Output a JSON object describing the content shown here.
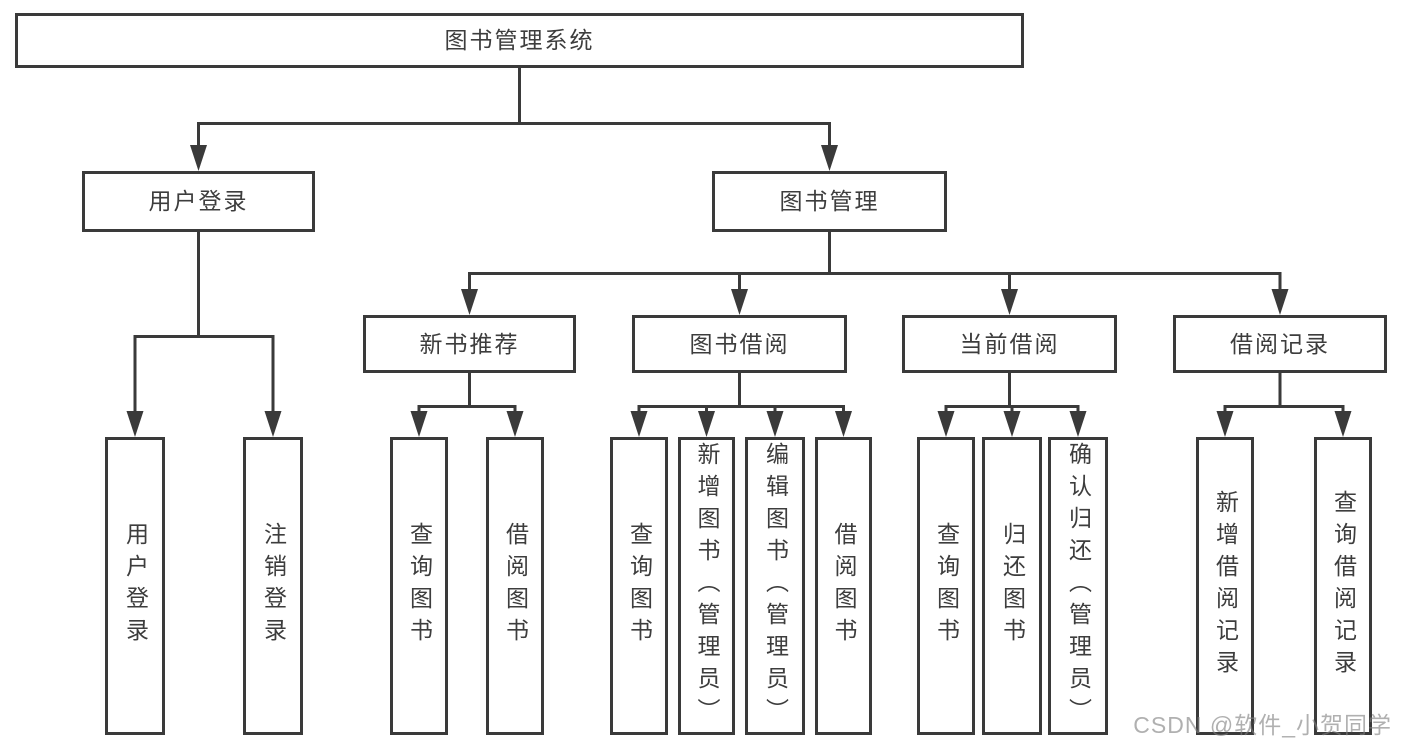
{
  "diagram": {
    "title": "图书管理系统",
    "nodes": [
      {
        "id": "root",
        "label": "图书管理系统",
        "parent": null
      },
      {
        "id": "login",
        "label": "用户登录",
        "parent": "root"
      },
      {
        "id": "mgmt",
        "label": "图书管理",
        "parent": "root"
      },
      {
        "id": "user-login",
        "label": "用户登录",
        "parent": "login"
      },
      {
        "id": "logout",
        "label": "注销登录",
        "parent": "login"
      },
      {
        "id": "new-book",
        "label": "新书推荐",
        "parent": "mgmt"
      },
      {
        "id": "borrow",
        "label": "图书借阅",
        "parent": "mgmt"
      },
      {
        "id": "current",
        "label": "当前借阅",
        "parent": "mgmt"
      },
      {
        "id": "records",
        "label": "借阅记录",
        "parent": "mgmt"
      },
      {
        "id": "nb-query",
        "label": "查询图书",
        "parent": "new-book"
      },
      {
        "id": "nb-borrow",
        "label": "借阅图书",
        "parent": "new-book"
      },
      {
        "id": "b-query",
        "label": "查询图书",
        "parent": "borrow"
      },
      {
        "id": "b-add",
        "label": "新增图书（管理员）",
        "parent": "borrow"
      },
      {
        "id": "b-edit",
        "label": "编辑图书（管理员）",
        "parent": "borrow"
      },
      {
        "id": "b-borrow",
        "label": "借阅图书",
        "parent": "borrow"
      },
      {
        "id": "c-query",
        "label": "查询图书",
        "parent": "current"
      },
      {
        "id": "c-return",
        "label": "归还图书",
        "parent": "current"
      },
      {
        "id": "c-confirm",
        "label": "确认归还（管理员）",
        "parent": "current"
      },
      {
        "id": "r-add",
        "label": "新增借阅记录",
        "parent": "records"
      },
      {
        "id": "r-query",
        "label": "查询借阅记录",
        "parent": "records"
      }
    ],
    "colors": {
      "line": "#3a3a3a",
      "box_border": "#3a3a3a",
      "text": "#3d3d3d",
      "background": "#ffffff"
    }
  },
  "watermark": {
    "text": "CSDN @软件_小贺同学"
  }
}
